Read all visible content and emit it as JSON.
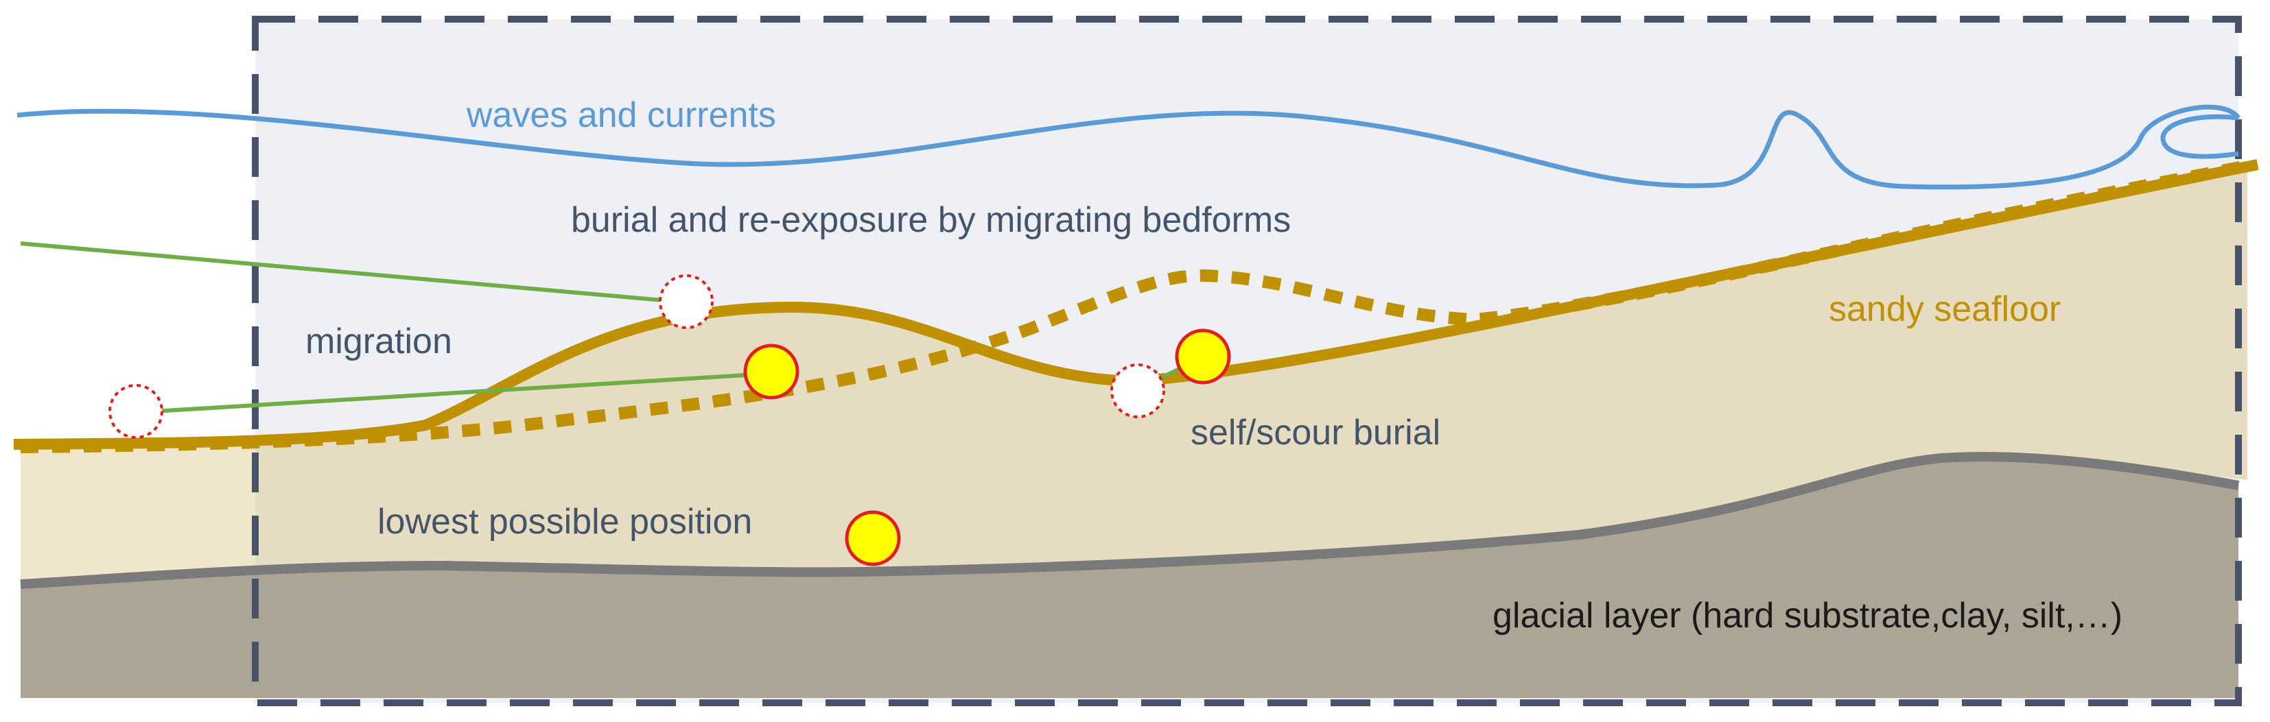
{
  "labels": {
    "waves": "waves and currents",
    "burial": "burial and re-exposure by migrating bedforms",
    "migration": "migration",
    "sandy": "sandy seafloor",
    "self_scour": "self/scour burial",
    "lowest": "lowest possible position",
    "glacial": "glacial layer (hard substrate,clay, silt,…)"
  },
  "colors": {
    "water": "#eef0f5",
    "frame": "#46536a",
    "wave": "#5b9bd5",
    "sand_fill": "#e6dcc2",
    "sand_outer": "#efe6cc",
    "sand_line": "#bf9000",
    "sandy_text": "#bf9000",
    "glacial_fill": "#aca595",
    "glacial_line": "#7a7a7a",
    "label_text": "#44546a",
    "wave_text": "#5b9bd5",
    "arrow": "#70ad47",
    "object_fill": "#ffff00",
    "object_stroke": "#e02020",
    "ghost_stroke": "#e02020"
  },
  "objects": [
    {
      "name": "object-on-bedform",
      "state": "current"
    },
    {
      "name": "object-in-trough",
      "state": "current"
    },
    {
      "name": "object-lowest-position",
      "state": "current"
    },
    {
      "name": "object-former-top",
      "state": "previous"
    },
    {
      "name": "object-migrated-left",
      "state": "previous"
    },
    {
      "name": "object-scour-position",
      "state": "previous"
    }
  ]
}
